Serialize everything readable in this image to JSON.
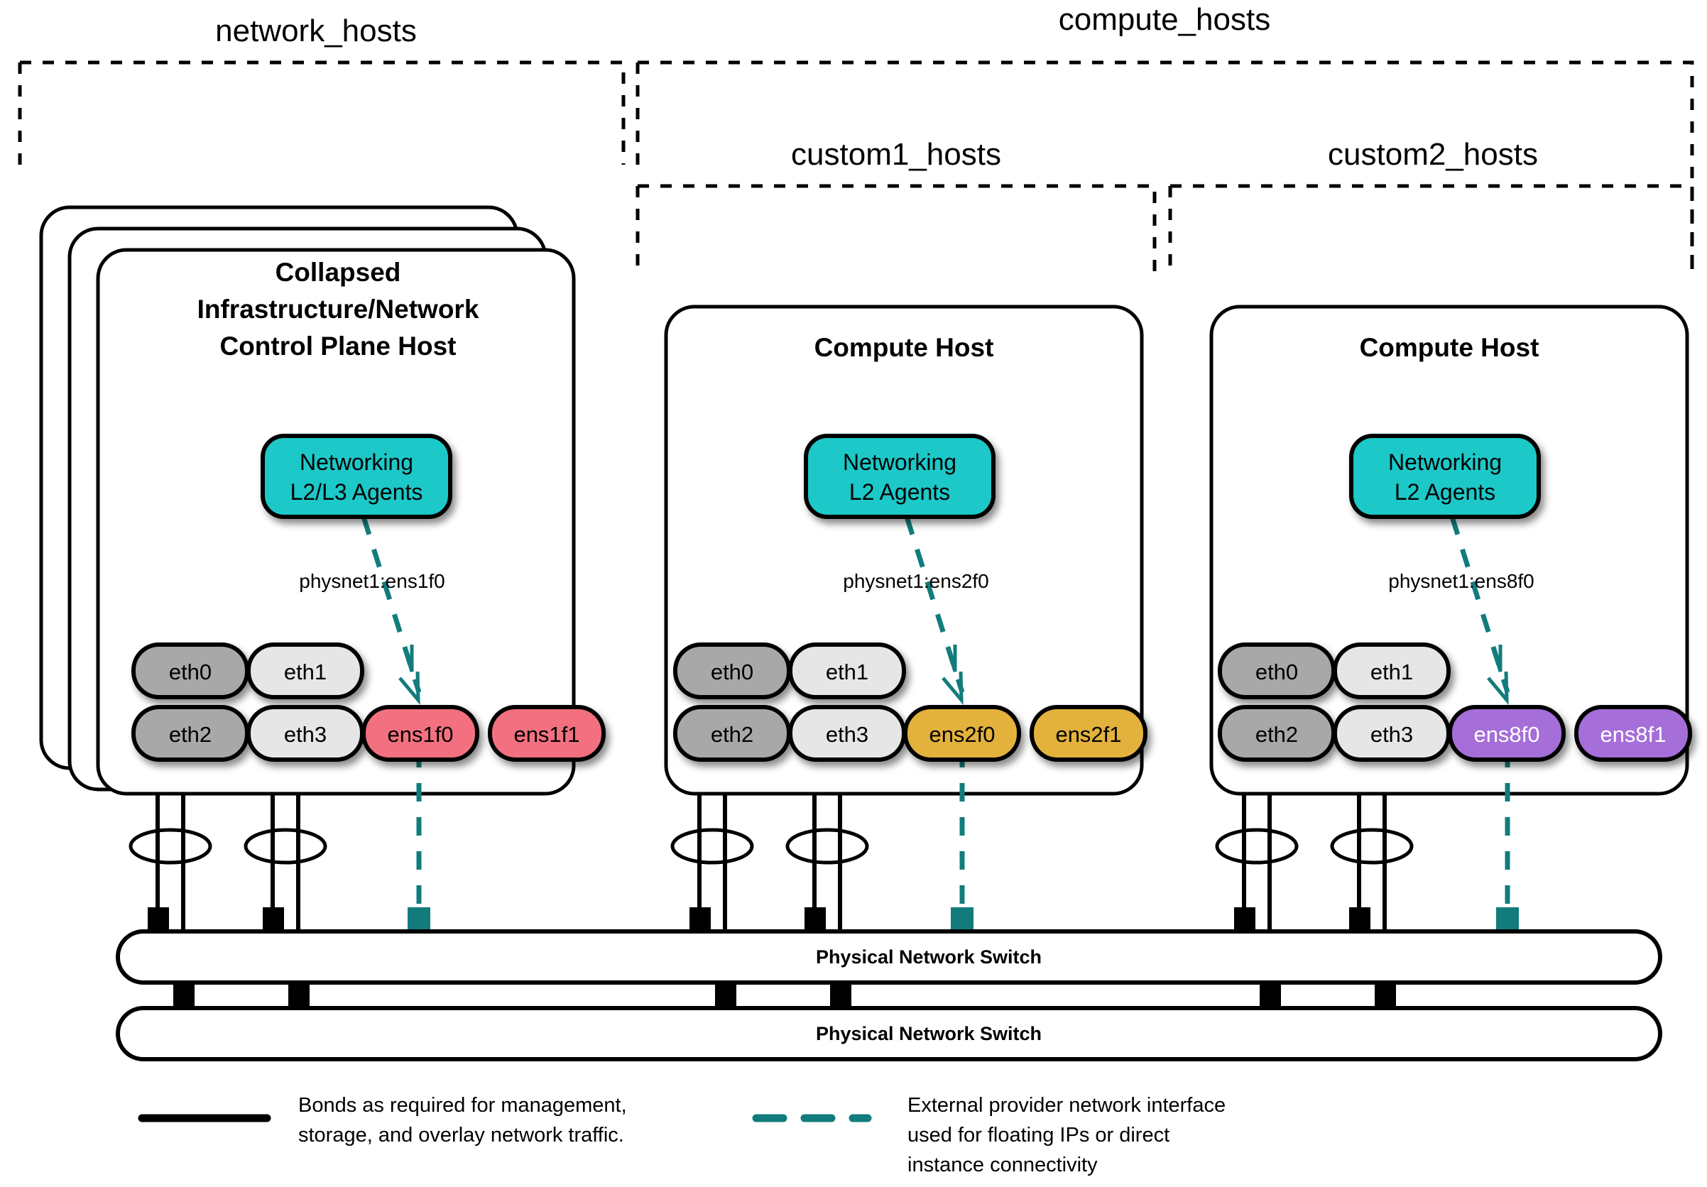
{
  "diagram": {
    "title": "OpenStack collapsed control plane and compute host network topology"
  },
  "groups": [
    {
      "id": "network_hosts",
      "label": "network_hosts"
    },
    {
      "id": "compute_hosts",
      "label": "compute_hosts"
    },
    {
      "id": "custom1_hosts",
      "label": "custom1_hosts"
    },
    {
      "id": "custom2_hosts",
      "label": "custom2_hosts"
    }
  ],
  "hosts": [
    {
      "id": "collapsed-control-plane-host",
      "title_lines": [
        "Collapsed",
        "Infrastructure/Network",
        "Control Plane Host"
      ],
      "stacked": true,
      "agent": {
        "lines": [
          "Networking",
          "L2/L3 Agents"
        ],
        "color": "#1dc8c8"
      },
      "physnet_label": "physnet1:ens1f0",
      "nics": [
        {
          "name": "eth0",
          "color": "#a8a8a8",
          "text": "dark"
        },
        {
          "name": "eth1",
          "color": "#e6e6e6",
          "text": "dark"
        },
        {
          "name": "eth2",
          "color": "#a8a8a8",
          "text": "dark"
        },
        {
          "name": "eth3",
          "color": "#e6e6e6",
          "text": "dark"
        },
        {
          "name": "ens1f0",
          "color": "#f2707f",
          "text": "dark"
        },
        {
          "name": "ens1f1",
          "color": "#f2707f",
          "text": "dark"
        }
      ]
    },
    {
      "id": "compute-host-custom1",
      "title_lines": [
        "Compute Host"
      ],
      "stacked": false,
      "agent": {
        "lines": [
          "Networking",
          "L2 Agents"
        ],
        "color": "#1dc8c8"
      },
      "physnet_label": "physnet1:ens2f0",
      "nics": [
        {
          "name": "eth0",
          "color": "#a8a8a8",
          "text": "dark"
        },
        {
          "name": "eth1",
          "color": "#e6e6e6",
          "text": "dark"
        },
        {
          "name": "eth2",
          "color": "#a8a8a8",
          "text": "dark"
        },
        {
          "name": "eth3",
          "color": "#e6e6e6",
          "text": "dark"
        },
        {
          "name": "ens2f0",
          "color": "#e3b23c",
          "text": "dark"
        },
        {
          "name": "ens2f1",
          "color": "#e3b23c",
          "text": "dark"
        }
      ]
    },
    {
      "id": "compute-host-custom2",
      "title_lines": [
        "Compute Host"
      ],
      "stacked": false,
      "agent": {
        "lines": [
          "Networking",
          "L2 Agents"
        ],
        "color": "#1dc8c8"
      },
      "physnet_label": "physnet1:ens8f0",
      "nics": [
        {
          "name": "eth0",
          "color": "#a8a8a8",
          "text": "dark"
        },
        {
          "name": "eth1",
          "color": "#e6e6e6",
          "text": "dark"
        },
        {
          "name": "eth2",
          "color": "#a8a8a8",
          "text": "dark"
        },
        {
          "name": "eth3",
          "color": "#e6e6e6",
          "text": "dark"
        },
        {
          "name": "ens8f0",
          "color": "#a56ed8",
          "text": "light"
        },
        {
          "name": "ens8f1",
          "color": "#a56ed8",
          "text": "light"
        }
      ]
    }
  ],
  "switches": [
    {
      "id": "switch-top",
      "label": "Physical Network Switch"
    },
    {
      "id": "switch-bottom",
      "label": "Physical Network Switch"
    }
  ],
  "legend": [
    {
      "id": "legend-bonds",
      "style": "solid",
      "color": "#000000",
      "lines": [
        "Bonds as required for management,",
        "storage, and overlay network traffic."
      ]
    },
    {
      "id": "legend-provider",
      "style": "dashed",
      "color": "#127c7c",
      "lines": [
        "External provider network interface",
        "used for floating IPs or direct",
        "instance connectivity"
      ]
    }
  ],
  "colors": {
    "agent_cyan": "#1dc8c8",
    "provider_teal": "#127c7c",
    "nic_gray_dark": "#a8a8a8",
    "nic_gray_light": "#e6e6e6",
    "nic_pink": "#f2707f",
    "nic_gold": "#e3b23c",
    "nic_purple": "#a56ed8",
    "outline": "#000000",
    "background": "#ffffff"
  }
}
